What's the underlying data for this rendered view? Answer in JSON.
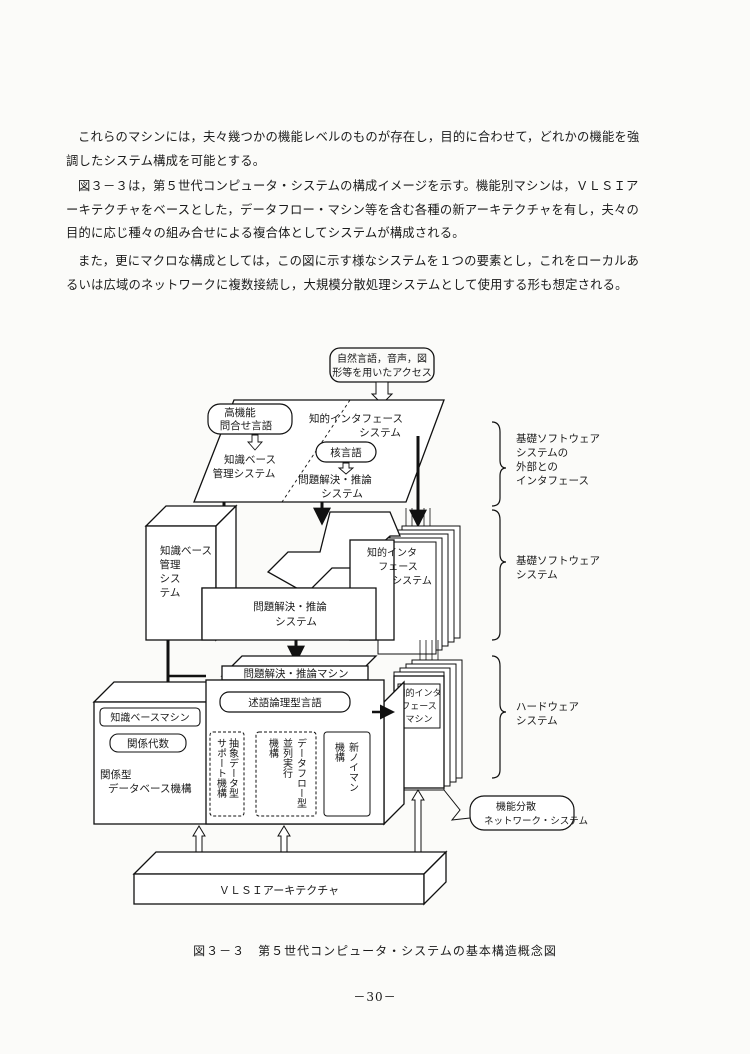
{
  "paragraphs": [
    "これらのマシンには，夫々幾つかの機能レベルのものが存在し，目的に合わせて，どれかの機能を強調したシステム構成を可能とする。",
    "図３－３は，第５世代コンピュータ・システムの構成イメージを示す。機能別マシンは，ＶＬＳＩアーキテクチャをベースとした，データフロー・マシン等を含む各種の新アーキテクチャを有し，夫々の目的に応じ種々の組み合せによる複合体としてシステムが構成される。",
    "また，更にマクロな構成としては，この図に示す様なシステムを１つの要素とし，これをローカルあるいは広域のネットワークに複数接続し，大規模分散処理システムとして使用する形も想定される。"
  ],
  "figure": {
    "top_input": [
      "自然言語，音声，図",
      "形等を用いたアクセス"
    ],
    "hl_query": [
      "高機能",
      "問合せ言語"
    ],
    "ii_top": [
      "知的インタフェース",
      "システム"
    ],
    "kb_mgmt": [
      "知識ベース",
      "管理システム"
    ],
    "kernel": "核言語",
    "ps_top": [
      "問題解決・推論",
      "システム"
    ],
    "kb_sys": [
      "知識ベース",
      "管理",
      "シス",
      "テム"
    ],
    "ii_mid": [
      "知的インタ",
      "フェース",
      "システム"
    ],
    "ps_mid": [
      "問題解決・推論",
      "システム"
    ],
    "ps_machine": "問題解決・推論マシン",
    "pred_lang": "述語論理型言語",
    "kb_machine": "知識ベースマシン",
    "rel_alg": "関係代数",
    "rel_db": [
      "関係型",
      "データベース機構"
    ],
    "abstract_data": [
      "抽象データ型",
      "サポート機構"
    ],
    "dataflow": [
      "データフロー型",
      "並列実行",
      "機構"
    ],
    "neumann": [
      "新ノイマン",
      "機構"
    ],
    "ii_machine": [
      "知的インタ",
      "フェース",
      "マシン"
    ],
    "distributed": [
      "機能分散",
      "ネットワーク・システム"
    ],
    "vlsi": "ＶＬＳＩアーキテクチャ",
    "side_labels": [
      [
        "基礎ソフトウェア",
        "システムの",
        "外部との",
        "インタフェース"
      ],
      [
        "基礎ソフトウェア",
        "システム"
      ],
      [
        "ハードウェア",
        "システム"
      ]
    ]
  },
  "caption": "図３－３　第５世代コンピュータ・システムの基本構造概念図",
  "page_number": "－30－"
}
